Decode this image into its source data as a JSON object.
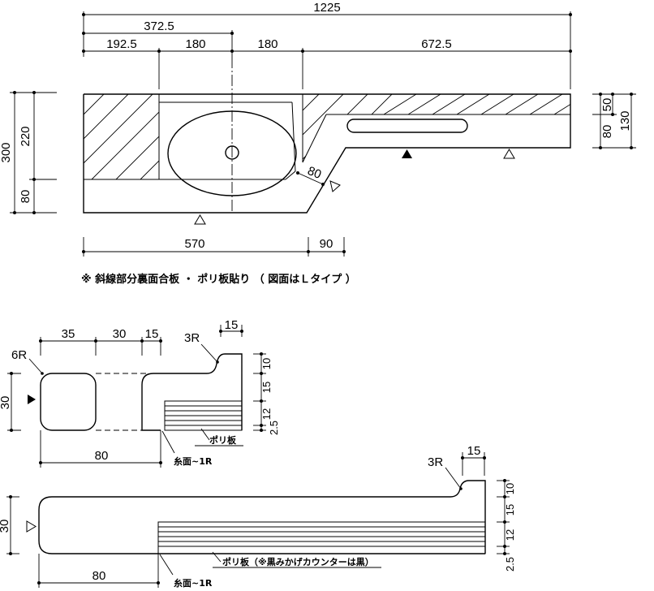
{
  "top_plan": {
    "dimensions": {
      "total_width": "1225",
      "bowl_center": "372.5",
      "seg_1": "192.5",
      "seg_2": "180",
      "seg_3": "180",
      "seg_4": "672.5",
      "depth_total": "300",
      "depth_back": "220",
      "depth_front": "80",
      "right_50": "50",
      "right_80": "80",
      "right_130": "130",
      "diagonal": "80",
      "bottom_570": "570",
      "bottom_90": "90"
    },
    "note": "※ 斜線部分裏面合板 ・ ポリ板貼り （ 図面はＬタイプ ）"
  },
  "section_a": {
    "dim_35": "35",
    "dim_30": "30",
    "dim_15": "15",
    "dim_15_top": "15",
    "radius_3r": "3R",
    "radius_6r": "6R",
    "height_30": "30",
    "width_80": "80",
    "right_10": "10",
    "right_15": "15",
    "right_12": "12",
    "right_2_5": "2.5",
    "label_itomen": "糸面~1R",
    "label_poly": "ポリ板"
  },
  "section_b": {
    "radius_3r": "3R",
    "dim_15_top": "15",
    "height_30": "30",
    "width_80": "80",
    "right_10": "10",
    "right_15": "15",
    "right_12": "12",
    "right_2_5": "2.5",
    "label_itomen": "糸面~1R",
    "label_poly": "ポリ板（※黒みかげカウンターは黒）"
  }
}
